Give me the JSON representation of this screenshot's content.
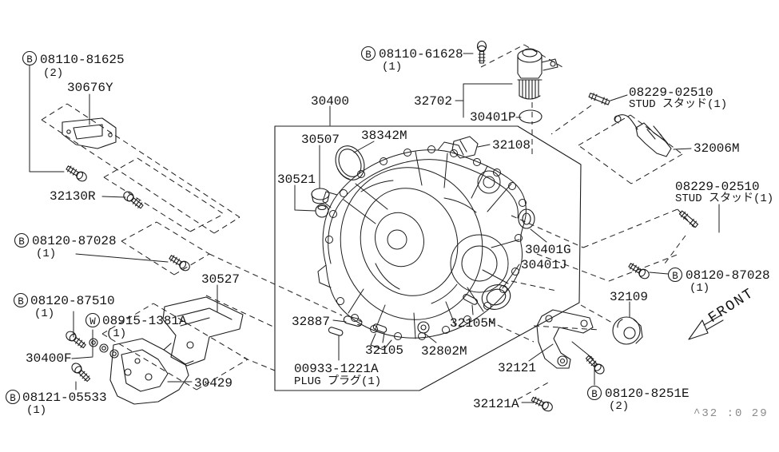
{
  "colors": {
    "background": "#ffffff",
    "ink": "#1c1c1c",
    "code_gray": "#8a8a8a"
  },
  "front_indicator": "FRONT",
  "drawing_code": "^32 :0 29",
  "callouts": {
    "b08110_81625": {
      "prefix": "B",
      "part": "08110-81625",
      "qty": "(2)"
    },
    "p30676y": {
      "part": "30676Y"
    },
    "p32130r": {
      "part": "32130R"
    },
    "b08120_87028_left": {
      "prefix": "B",
      "part": "08120-87028",
      "qty": "(1)"
    },
    "b08120_87510": {
      "prefix": "B",
      "part": "08120-87510",
      "qty": "(1)"
    },
    "w08915_1381a": {
      "prefix": "W",
      "part": "08915-1381A",
      "qty": "(1)"
    },
    "p30400f": {
      "part": "30400F"
    },
    "b08121_05533": {
      "prefix": "B",
      "part": "08121-05533",
      "qty": "(1)"
    },
    "p30527": {
      "part": "30527"
    },
    "p30429": {
      "part": "30429"
    },
    "p30400": {
      "part": "30400"
    },
    "p30507": {
      "part": "30507"
    },
    "p38342m": {
      "part": "38342M"
    },
    "p30521": {
      "part": "30521"
    },
    "p32702": {
      "part": "32702"
    },
    "b08110_61628": {
      "prefix": "B",
      "part": "08110-61628",
      "qty": "(1)"
    },
    "p30401p": {
      "part": "30401P"
    },
    "p32108": {
      "part": "32108"
    },
    "stud_top": {
      "part": "08229-02510",
      "desc": "STUD スタッド(1)"
    },
    "p32006m": {
      "part": "32006M"
    },
    "stud_right": {
      "part": "08229-02510",
      "desc": "STUD スタッド(1)"
    },
    "p30401g": {
      "part": "30401G"
    },
    "p30401j": {
      "part": "30401J"
    },
    "b08120_87028_right": {
      "prefix": "B",
      "part": "08120-87028",
      "qty": "(1)"
    },
    "p32109": {
      "part": "32109"
    },
    "p32887": {
      "part": "32887"
    },
    "p32105": {
      "part": "32105"
    },
    "p32802m": {
      "part": "32802M"
    },
    "p32105m": {
      "part": "32105M"
    },
    "plug_00933": {
      "part": "00933-1221A",
      "desc": "PLUG プラグ(1)"
    },
    "p32121": {
      "part": "32121"
    },
    "p32121a": {
      "part": "32121A"
    },
    "b08120_8251e": {
      "prefix": "B",
      "part": "08120-8251E",
      "qty": "(2)"
    }
  }
}
